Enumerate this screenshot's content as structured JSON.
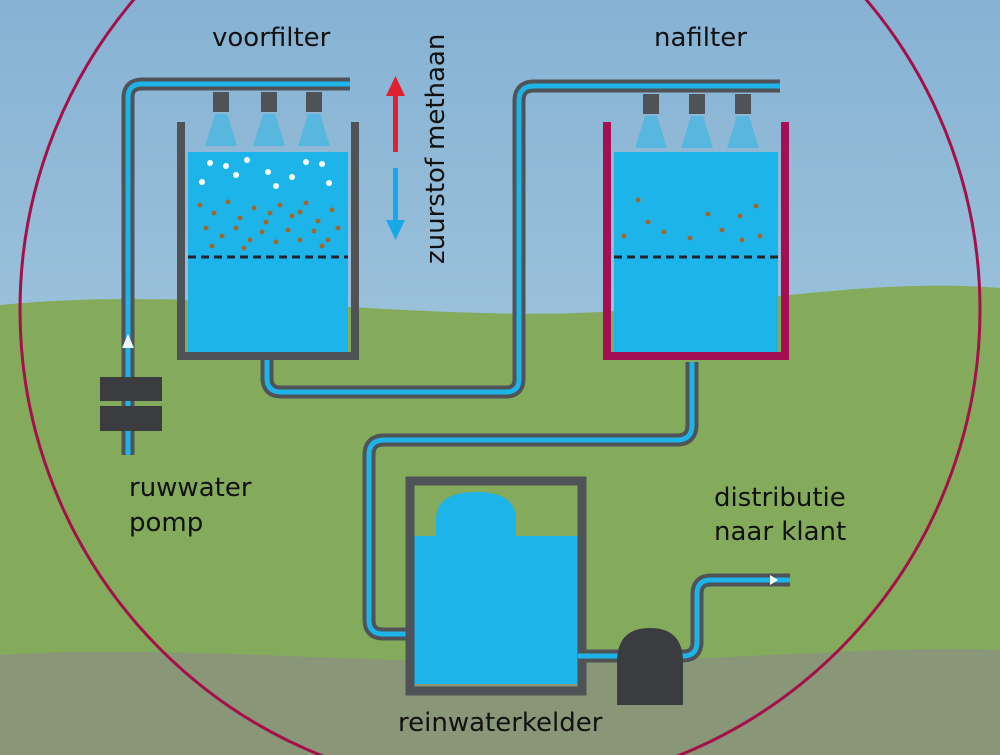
{
  "labels": {
    "voorfilter": "voorfilter",
    "nafilter": "nafilter",
    "methaan": "methaan",
    "zuurstof": "zuurstof",
    "ruwwater_line1": "ruwwater",
    "ruwwater_line2": "pomp",
    "distributie_line1": "distributie",
    "distributie_line2": "naar klant",
    "reinwaterkelder": "reinwaterkelder"
  },
  "colors": {
    "water": "#1db4ea",
    "pipe_dark": "#4f5358",
    "sky": "#8fb8d6",
    "grass": "#84ab5c",
    "ground": "#8a9678",
    "circle_border": "#a4104a",
    "nafilter_wall": "#a30f52",
    "arrow_up": "#e0202e",
    "arrow_down": "#1aa7e8"
  }
}
